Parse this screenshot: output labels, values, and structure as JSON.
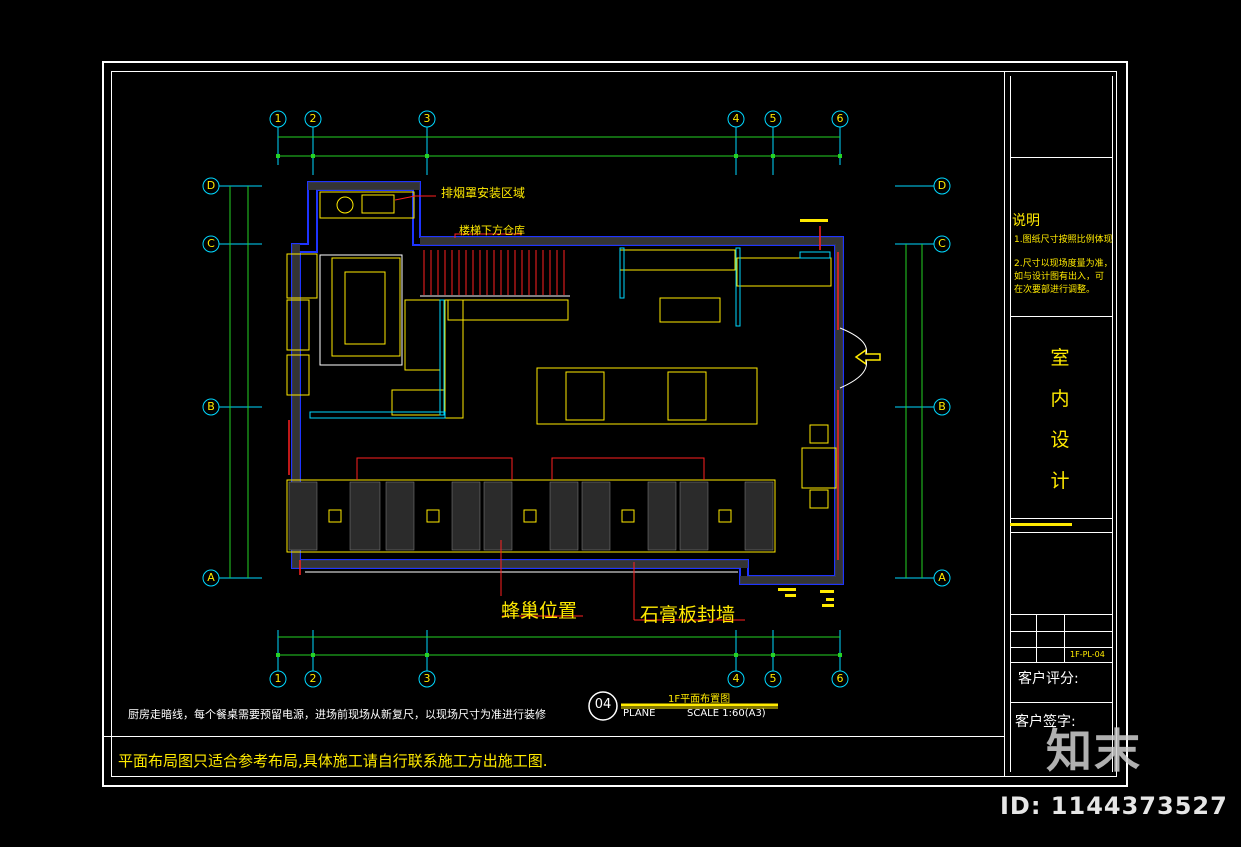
{
  "grid_top": [
    "1",
    "2",
    "3",
    "4",
    "5",
    "6"
  ],
  "grid_bottom": [
    "1",
    "2",
    "3",
    "4",
    "5",
    "6"
  ],
  "grid_left": [
    "D",
    "C",
    "B",
    "A"
  ],
  "grid_right": [
    "D",
    "C",
    "B",
    "A"
  ],
  "annotations": {
    "hood_area": "排烟罩安装区域",
    "stair_storage": "楼梯下方仓库",
    "honeycomb": "蜂巢位置",
    "gypsum_wall": "石膏板封墙"
  },
  "drawing": {
    "number": "04",
    "title": "1F平面布置图",
    "plane_label": "PLANE",
    "scale": "SCALE 1:60(A3)"
  },
  "notes": {
    "kitchen": "厨房走暗线，每个餐桌需要预留电源，进场前现场从新复尺，以现场尺寸为准进行装修",
    "bottom": "平面布局图只适合参考布局,具体施工请自行联系施工方出施工图."
  },
  "title_block": {
    "explain_title": "说明",
    "explain_lines": [
      "1.图纸尺寸按照比例体现",
      "2.尺寸以现场度量为准，",
      "如与设计图有出入，可",
      "在次要部进行调整。"
    ],
    "project_chars": [
      "室",
      "内",
      "设",
      "计"
    ],
    "client_rating": "客户评分:",
    "client_sign": "客户签字:",
    "drawing_code": "1F-PL-04"
  },
  "watermark": {
    "brand": "知末",
    "id": "ID: 1144373527"
  },
  "colors": {
    "yellow": "#ffea00",
    "blue_wall": "#1e34ff",
    "red": "#ff2020",
    "cyan": "#00d8ff",
    "green": "#25d225",
    "wall_fill": "#3a3a3a"
  }
}
